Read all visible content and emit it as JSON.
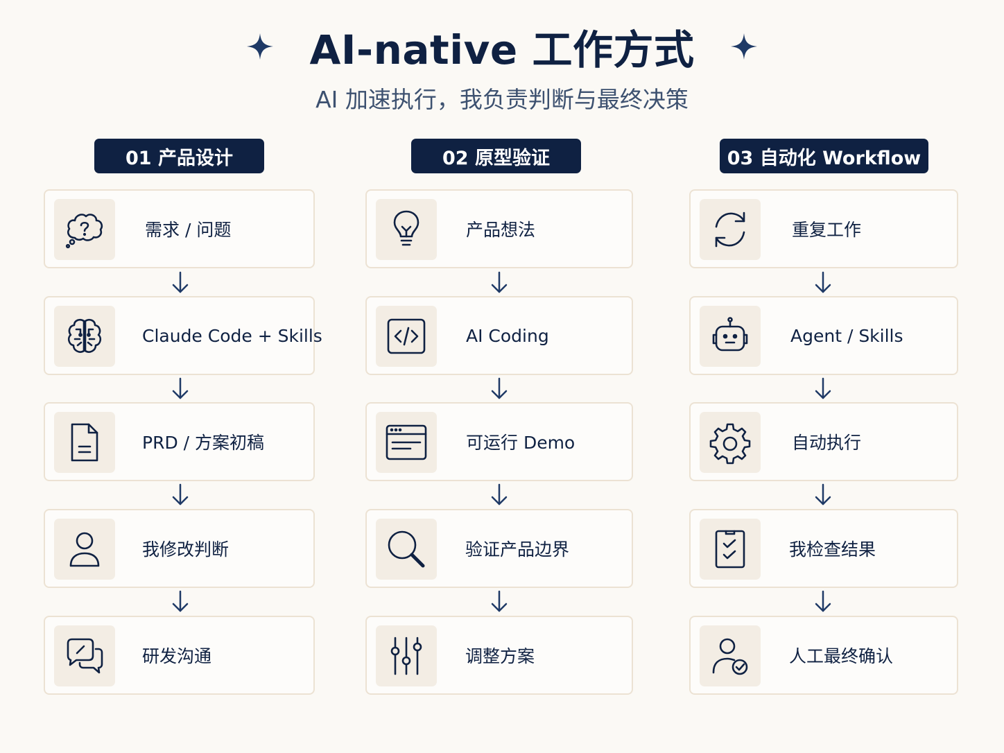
{
  "header": {
    "title": "AI-native 工作方式",
    "subtitle": "AI 加速执行，我负责判断与最终决策",
    "sparkle_icon": "four-point-star",
    "accent_color": "#0f2142"
  },
  "columns": [
    {
      "label": "01 产品设计",
      "steps": [
        {
          "label": "需求 / 问题",
          "icon": "thought-bubble-question-icon"
        },
        {
          "label": "Claude Code + Skills",
          "icon": "brain-circuit-icon"
        },
        {
          "label": "PRD / 方案初稿",
          "icon": "document-icon"
        },
        {
          "label": "我修改判断",
          "icon": "person-icon"
        },
        {
          "label": "研发沟通",
          "icon": "chat-bubbles-icon"
        }
      ]
    },
    {
      "label": "02 原型验证",
      "steps": [
        {
          "label": "产品想法",
          "icon": "lightbulb-icon"
        },
        {
          "label": "AI Coding",
          "icon": "code-icon"
        },
        {
          "label": "可运行 Demo",
          "icon": "browser-window-icon"
        },
        {
          "label": "验证产品边界",
          "icon": "magnifier-icon"
        },
        {
          "label": "调整方案",
          "icon": "sliders-icon"
        }
      ]
    },
    {
      "label": "03 自动化 Workflow",
      "steps": [
        {
          "label": "重复工作",
          "icon": "refresh-icon"
        },
        {
          "label": "Agent / Skills",
          "icon": "robot-icon"
        },
        {
          "label": "自动执行",
          "icon": "gear-icon"
        },
        {
          "label": "我检查结果",
          "icon": "checklist-icon"
        },
        {
          "label": "人工最终确认",
          "icon": "user-check-icon"
        }
      ]
    }
  ]
}
